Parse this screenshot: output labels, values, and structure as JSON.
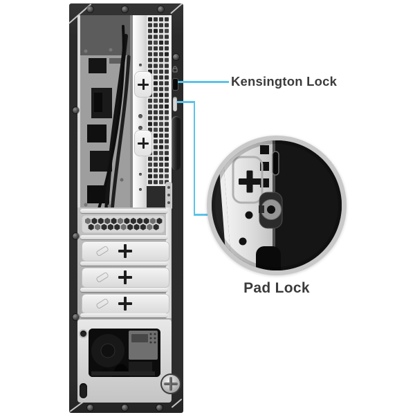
{
  "figure": {
    "subject": "Slim desktop PC case rear view with security feature callouts",
    "annotations": {
      "kensington": {
        "label": "Kensington Lock"
      },
      "padlock": {
        "label": "Pad Lock"
      }
    }
  },
  "colors": {
    "background": "#ffffff",
    "callout_line": "#5bc3e8",
    "label_text": "#3b3b3b",
    "case_frame": "#2c2c2c",
    "panel_silver": "#ededed",
    "inset_rim": "#c9c9c9"
  },
  "icons": [
    "kensington-slot-icon",
    "padlock-loop-icon",
    "padlock-engraving-icon",
    "plus-thumbscrew-icon",
    "screw-icon"
  ]
}
